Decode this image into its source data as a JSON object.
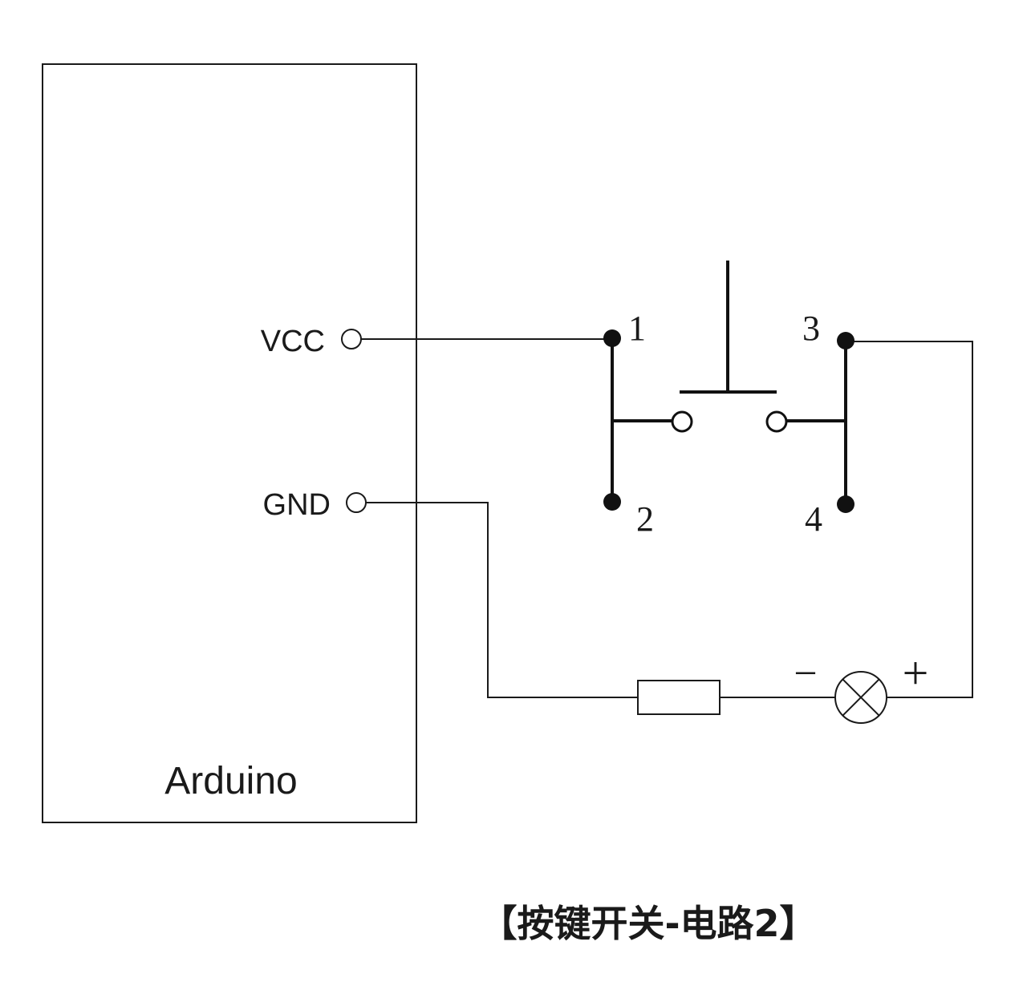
{
  "arduino": {
    "label": "Arduino",
    "pins": {
      "vcc": "VCC",
      "gnd": "GND"
    }
  },
  "switch": {
    "pins": [
      "1",
      "2",
      "3",
      "4"
    ]
  },
  "lamp": {
    "minus": "−",
    "plus": "+"
  },
  "caption": "【按键开关-电路2】",
  "colors": {
    "ink": "#1a1a1a",
    "background": "#ffffff"
  }
}
